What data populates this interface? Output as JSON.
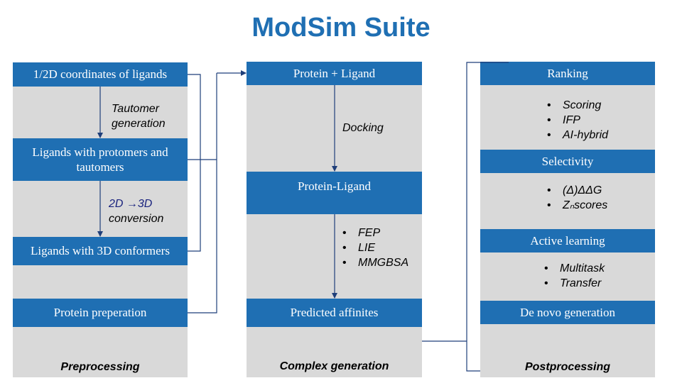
{
  "title": "ModSim Suite",
  "columns": {
    "preprocessing": {
      "footer": "Preprocessing",
      "boxes": [
        "1/2D coordinates of ligands",
        "Ligands with protomers and tautomers",
        "Ligands with 3D conformers",
        "Protein preperation"
      ],
      "steps": [
        {
          "line1": "Tautomer",
          "line2": "generation"
        },
        {
          "line1": "2D →3D",
          "line2": "conversion"
        }
      ]
    },
    "complex_generation": {
      "footer": "Complex generation",
      "boxes": [
        "Protein + Ligand",
        "Protein-Ligand",
        "Predicted affinites"
      ],
      "docking_label": "Docking",
      "methods": [
        "FEP",
        "LIE",
        "MMGBSA"
      ]
    },
    "postprocessing": {
      "footer": "Postprocessing",
      "sections": [
        {
          "header": "Ranking",
          "items": [
            "Scoring",
            "IFP",
            "AI-hybrid"
          ]
        },
        {
          "header": "Selectivity",
          "items": [
            "(Δ)ΔΔG",
            "Zₙscores"
          ]
        },
        {
          "header": "Active learning",
          "items": [
            "Multitask",
            "Transfer"
          ]
        },
        {
          "header": "De novo generation",
          "items": []
        }
      ]
    }
  },
  "bullet_char": "•",
  "colors": {
    "accent": "#1f6fb3",
    "panel": "#d9d9d9",
    "connector": "#1f3f7a"
  }
}
